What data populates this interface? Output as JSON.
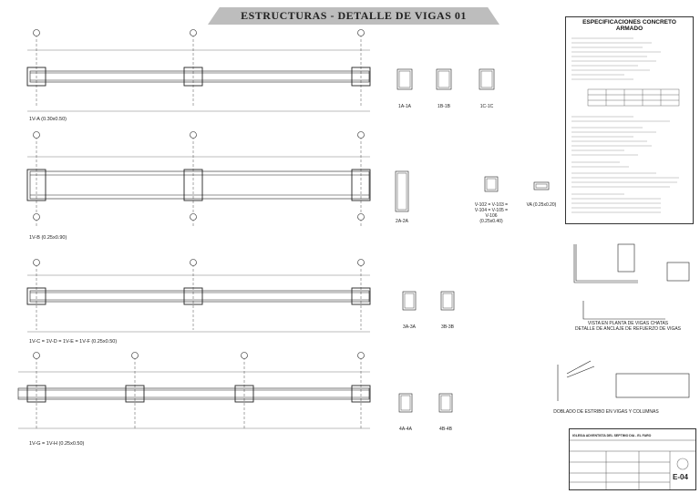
{
  "title": "ESTRUCTURAS - DETALLE DE VIGAS 01",
  "beams": {
    "b1": "1V-A (0.30x0.50)",
    "b2": "1V-B (0.25x0.90)",
    "b3": "1V-C = 1V-D = 1V-E = 1V-F (0.25x0.50)",
    "b4": "1V-G = 1V-H (0.25x0.50)"
  },
  "sections": {
    "s1": "1A-1A",
    "s2": "1B-1B",
    "s3": "1C-1C",
    "s4": "2A-2A",
    "s5": "V-102 = V-103 =\nV-104 = V-105 =\nV-106\n(0.25x0.40)",
    "s6": "VA (0.25x0.20)",
    "s7": "3A-3A",
    "s8": "3B-3B",
    "s9": "4A-4A",
    "s10": "4B-4B"
  },
  "details": {
    "d1": "VISTA EN PLANTA DE VIGAS CHATAS\nDETALLE DE ANCLAJE DE REFUERZO DE VIGAS",
    "d2": "DOBLADO DE ESTRIBO EN VIGAS Y COLUMNAS"
  },
  "spec": {
    "title": "ESPECIFICACIONES CONCRETO ARMADO"
  },
  "titleblock": {
    "project": "IGLESIA ADVENTISTA DEL SEPTIMO DIA - EL FARO",
    "sheet": "E-04"
  }
}
